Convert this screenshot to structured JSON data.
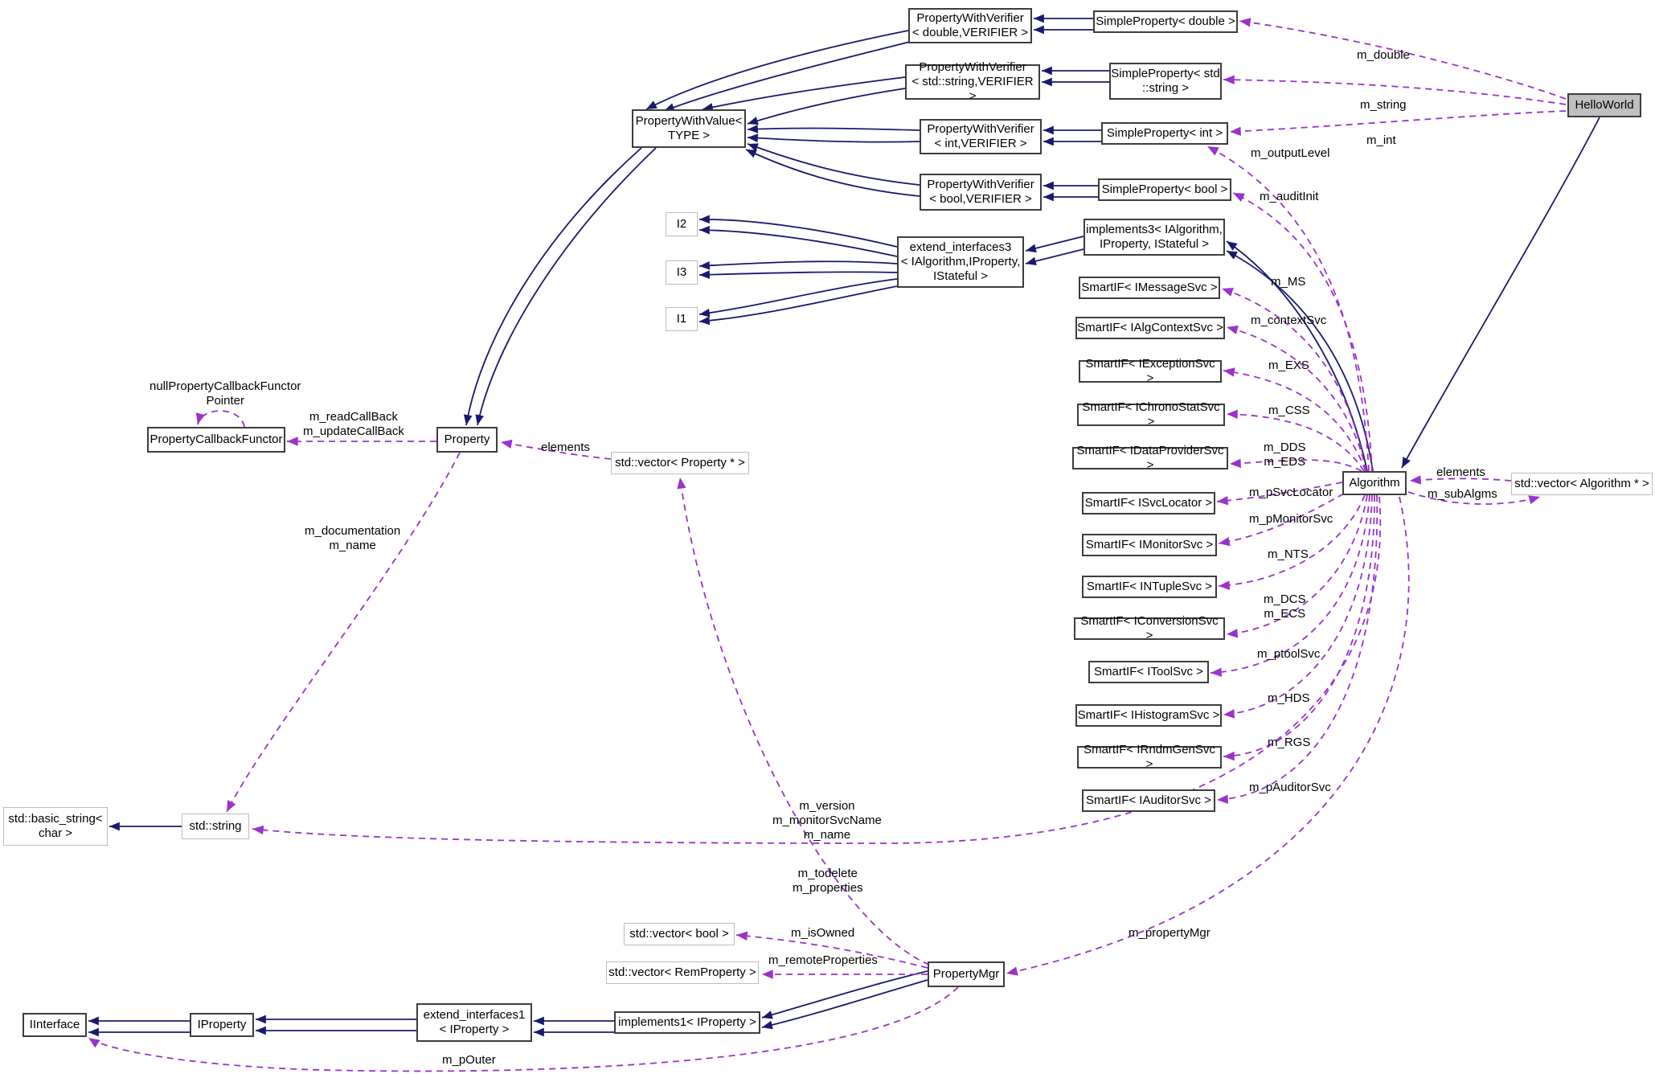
{
  "colors": {
    "inheritance_edge": "#191970",
    "usage_edge": "#9a32cd",
    "node_border": "#3d3d3d",
    "external_node_border": "#bcbcbc",
    "node_fill": "#ffffff",
    "focus_node_fill": "#bfbfbf"
  },
  "nodes": {
    "pwv_double": {
      "label": "PropertyWithVerifier\n< double,VERIFIER >"
    },
    "sp_double": {
      "label": "SimpleProperty< double >"
    },
    "pwv_string": {
      "label": "PropertyWithVerifier\n< std::string,VERIFIER >"
    },
    "sp_string": {
      "label": "SimpleProperty< std\n::string >"
    },
    "pw_value": {
      "label": "PropertyWithValue<\nTYPE >"
    },
    "pwv_int": {
      "label": "PropertyWithVerifier\n< int,VERIFIER >"
    },
    "sp_int": {
      "label": "SimpleProperty< int >"
    },
    "helloworld": {
      "label": "HelloWorld"
    },
    "pwv_bool": {
      "label": "PropertyWithVerifier\n< bool,VERIFIER >"
    },
    "sp_bool": {
      "label": "SimpleProperty< bool >"
    },
    "i2": {
      "label": "I2"
    },
    "i3": {
      "label": "I3"
    },
    "i1": {
      "label": "I1"
    },
    "ext3": {
      "label": "extend_interfaces3\n< IAlgorithm,IProperty,\nIStateful >"
    },
    "impl3": {
      "label": "implements3< IAlgorithm,\nIProperty, IStateful >"
    },
    "sif_msg": {
      "label": "SmartIF< IMessageSvc >"
    },
    "sif_ctx": {
      "label": "SmartIF< IAlgContextSvc >"
    },
    "sif_exs": {
      "label": "SmartIF< IExceptionSvc >"
    },
    "sif_css": {
      "label": "SmartIF< IChronoStatSvc >"
    },
    "sif_dds": {
      "label": "SmartIF< IDataProviderSvc >"
    },
    "sif_svc": {
      "label": "SmartIF< ISvcLocator >"
    },
    "sif_mon": {
      "label": "SmartIF< IMonitorSvc >"
    },
    "sif_nts": {
      "label": "SmartIF< INTupleSvc >"
    },
    "sif_cnv": {
      "label": "SmartIF< IConversionSvc >"
    },
    "sif_tool": {
      "label": "SmartIF< IToolSvc >"
    },
    "sif_hds": {
      "label": "SmartIF< IHistogramSvc >"
    },
    "sif_rgs": {
      "label": "SmartIF< IRndmGenSvc >"
    },
    "sif_aud": {
      "label": "SmartIF< IAuditorSvc >"
    },
    "algorithm": {
      "label": "Algorithm"
    },
    "vec_alg": {
      "label": "std::vector< Algorithm * >"
    },
    "pcf": {
      "label": "PropertyCallbackFunctor"
    },
    "property": {
      "label": "Property"
    },
    "vec_prop": {
      "label": "std::vector< Property * >"
    },
    "basic_string": {
      "label": "std::basic_string<\nchar >"
    },
    "std_string": {
      "label": "std::string"
    },
    "vec_bool": {
      "label": "std::vector< bool >"
    },
    "vec_rem": {
      "label": "std::vector< RemProperty >"
    },
    "propmgr": {
      "label": "PropertyMgr"
    },
    "iinterface": {
      "label": "IInterface"
    },
    "iproperty": {
      "label": "IProperty"
    },
    "ext1": {
      "label": "extend_interfaces1\n< IProperty >"
    },
    "impl1": {
      "label": "implements1< IProperty >"
    }
  },
  "edge_labels": {
    "m_double": {
      "text": "m_double"
    },
    "m_string": {
      "text": "m_string"
    },
    "m_int": {
      "text": "m_int"
    },
    "m_outputLevel": {
      "text": "m_outputLevel"
    },
    "m_auditInit": {
      "text": "m_auditInit"
    },
    "m_MS": {
      "text": "m_MS"
    },
    "m_contextSvc": {
      "text": "m_contextSvc"
    },
    "m_EXS": {
      "text": "m_EXS"
    },
    "m_CSS": {
      "text": "m_CSS"
    },
    "m_DDS_EDS": {
      "text": "m_DDS\nm_EDS"
    },
    "m_pSvcLocator": {
      "text": "m_pSvcLocator"
    },
    "m_pMonitorSvc": {
      "text": "m_pMonitorSvc"
    },
    "m_NTS": {
      "text": "m_NTS"
    },
    "m_DCS_ECS": {
      "text": "m_DCS\nm_ECS"
    },
    "m_ptoolSvc": {
      "text": "m_ptoolSvc"
    },
    "m_HDS": {
      "text": "m_HDS"
    },
    "m_RGS": {
      "text": "m_RGS"
    },
    "m_pAuditorSvc": {
      "text": "m_pAuditorSvc"
    },
    "elements_right": {
      "text": "elements"
    },
    "m_subAlgms": {
      "text": "m_subAlgms"
    },
    "null_pcf_pointer": {
      "text": "nullPropertyCallbackFunctor\nPointer"
    },
    "m_read_update": {
      "text": "m_readCallBack\nm_updateCallBack"
    },
    "elements_left": {
      "text": "elements"
    },
    "m_doc_name": {
      "text": "m_documentation\nm_name"
    },
    "m_version_block": {
      "text": "m_version\nm_monitorSvcName\nm_name"
    },
    "m_todelete_props": {
      "text": "m_todelete\nm_properties"
    },
    "m_isOwned": {
      "text": "m_isOwned"
    },
    "m_remoteProperties": {
      "text": "m_remoteProperties"
    },
    "m_propertyMgr": {
      "text": "m_propertyMgr"
    },
    "m_pOuter": {
      "text": "m_pOuter"
    }
  }
}
